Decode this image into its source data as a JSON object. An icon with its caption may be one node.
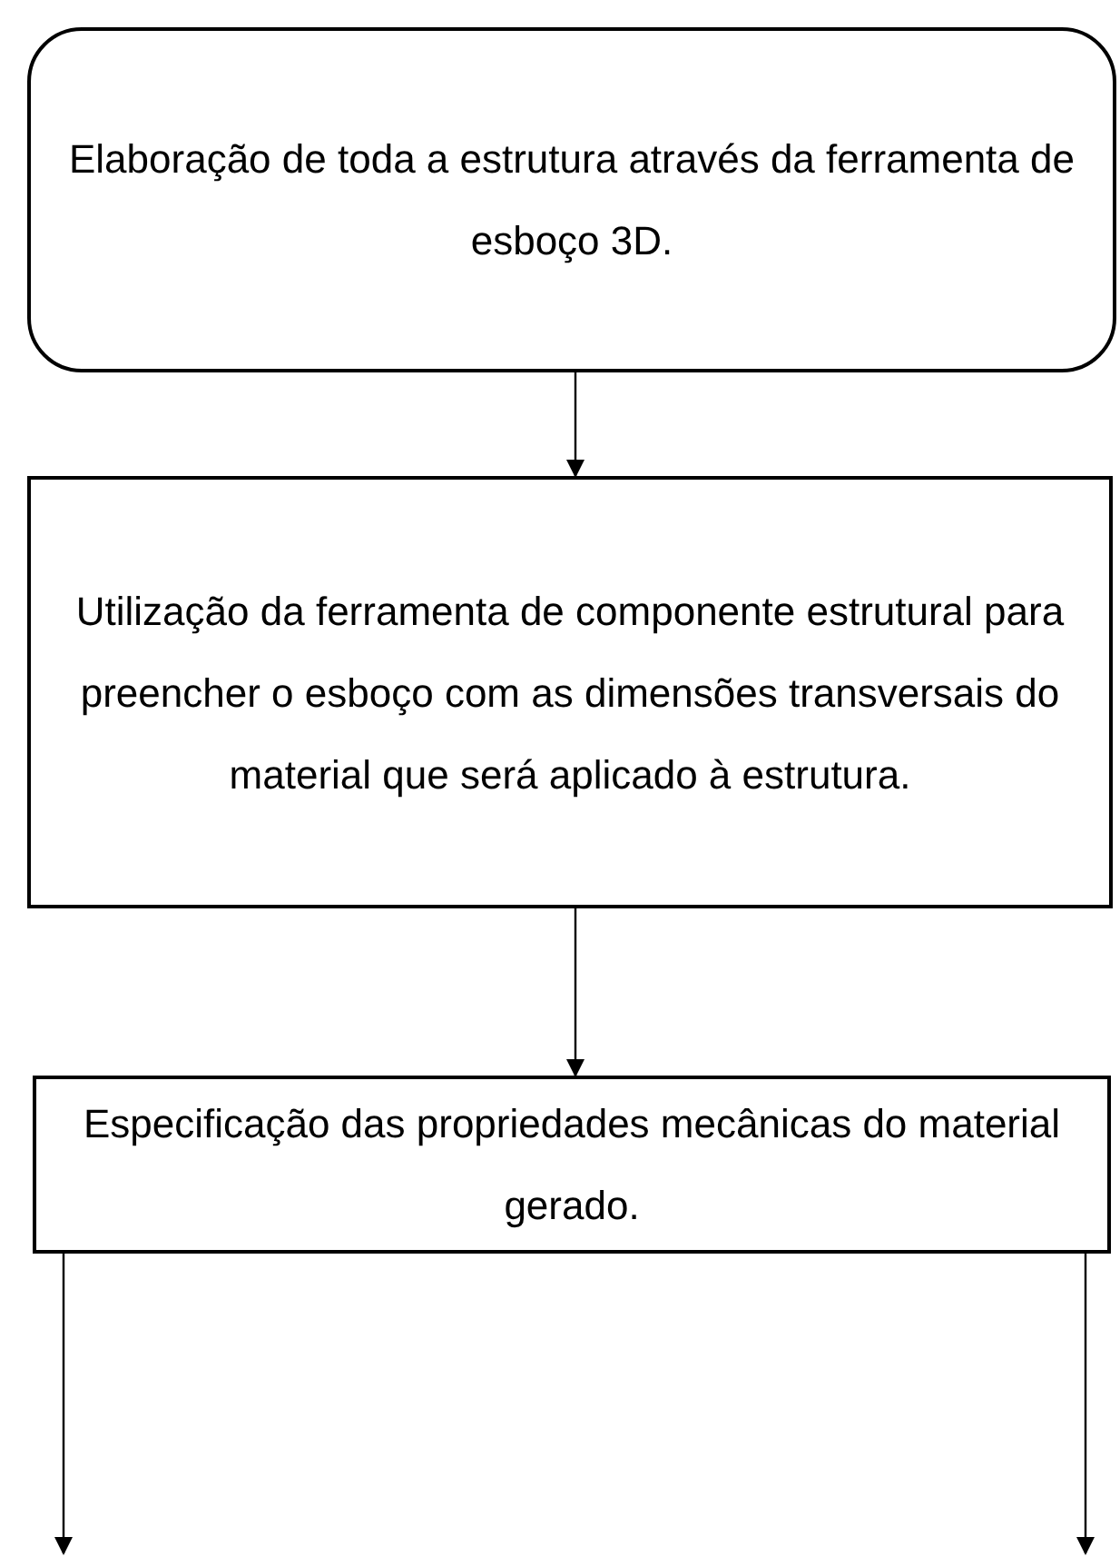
{
  "diagram": {
    "nodes": [
      {
        "text": [
          "Elaboração de toda a estrutura através da ferramenta de esboço 3D."
        ]
      },
      {
        "text": [
          "Utilização da ferramenta de componente estrutural para preencher o esboço com as dimensões transversais do material que será aplicado à estrutura."
        ]
      },
      {
        "text": [
          "Especificação das propriedades mecânicas do material gerado."
        ]
      }
    ],
    "edges": [
      {
        "from": 0,
        "to": 1,
        "arrow": "to"
      },
      {
        "from": 1,
        "to": 2,
        "arrow": "to"
      },
      {
        "from": 2,
        "to": null,
        "arrow": "to"
      },
      {
        "from": 2,
        "to": null,
        "arrow": "to"
      }
    ]
  }
}
